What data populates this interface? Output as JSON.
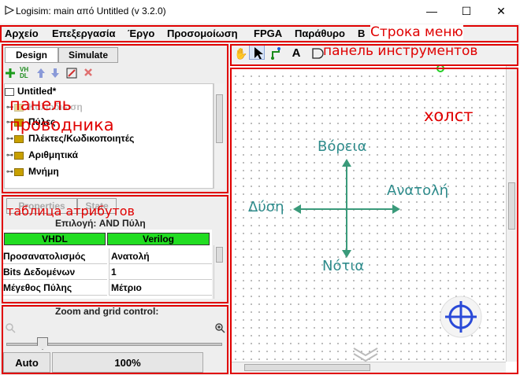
{
  "window": {
    "title": "Logisim: main από Untitled (v 3.2.0)",
    "minimize": "—",
    "maximize": "☐",
    "close": "✕"
  },
  "menu": [
    "Αρχείο",
    "Επεξεργασία",
    "Έργο",
    "Προσομοίωση",
    "FPGA",
    "Παράθυρο",
    "Β"
  ],
  "tabs": {
    "design": "Design",
    "simulate": "Simulate"
  },
  "toolbar_icons": [
    "add-icon",
    "vhdl-icon",
    "move-up-icon",
    "move-down-icon",
    "edit-icon",
    "delete-icon"
  ],
  "tree": {
    "root": "Untitled*",
    "items": [
      "Καλώδιωση",
      "Πύλες",
      "Πλέκτες/Κωδικοποιητές",
      "Αριθμητικά",
      "Μνήμη"
    ]
  },
  "attr": {
    "tabs": {
      "properties": "Properties",
      "state": "State"
    },
    "selection": "Επιλογή: AND Πύλη",
    "vhdl": "VHDL",
    "verilog": "Verilog",
    "rows": [
      {
        "name": "Προσανατολισμός",
        "value": "Ανατολή"
      },
      {
        "name": "Bits Δεδομένων",
        "value": "1"
      },
      {
        "name": "Μέγεθος Πύλης",
        "value": "Μέτριο"
      }
    ]
  },
  "zoom": {
    "title": "Zoom and grid control:",
    "level_fraction": 0.15,
    "auto": "Auto",
    "percent": "100%"
  },
  "canvas": {
    "north": "Βόρεια",
    "south": "Νότια",
    "west": "Δύση",
    "east": "Ανατολή"
  },
  "tools": [
    "hand-icon",
    "pointer-icon",
    "wiring-icon",
    "text-icon",
    "and-gate-icon"
  ],
  "annotations": {
    "menu": "Строка меню",
    "toolbar": "панель инструментов",
    "explorer": "панель проводника",
    "attributes": "таблица атрибутов",
    "canvas": "холст"
  },
  "colors": {
    "annotation": "#e00000",
    "accent": "#2e8b8b",
    "header": "#22dd22"
  }
}
